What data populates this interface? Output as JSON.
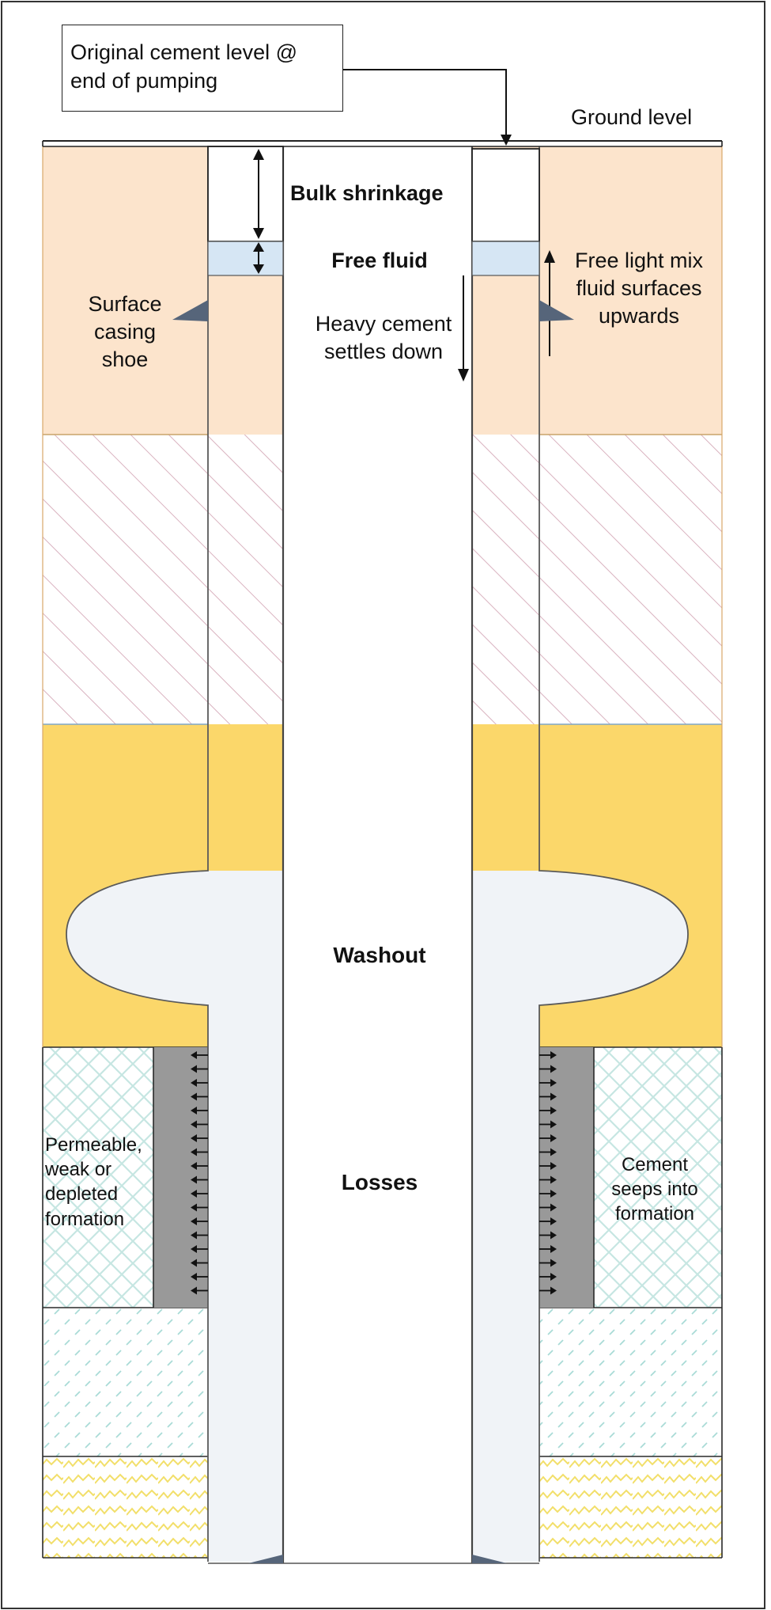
{
  "labels": {
    "original_cement_level": "Original cement level @ end of pumping",
    "ground_level": "Ground level",
    "bulk_shrinkage": "Bulk shrinkage",
    "free_fluid": "Free fluid",
    "surface_casing_shoe": "Surface casing shoe",
    "heavy_cement": "Heavy cement settles down",
    "free_light_mix": "Free light mix fluid surfaces upwards",
    "washout": "Washout",
    "losses": "Losses",
    "permeable_formation": "Permeable, weak or depleted formation",
    "cement_seeps": "Cement seeps into formation"
  },
  "colors": {
    "surface_layer": "#fce4cc",
    "hatched_layer_lines": "#d9b2bf",
    "washout_layer": "#fbd76a",
    "crosshatch_lines": "#c6e6e2",
    "dashed_layer_marks": "#a9dbd6",
    "wavy_layer_lines": "#f2df6a",
    "cement_annulus": "#f0f3f7",
    "free_fluid_band": "#d6e6f4",
    "losses_zone": "#999999",
    "shoe_marker": "#56657a"
  },
  "icons": {
    "washout_cavity": "ellipse-cavity",
    "losses_arrows": "arrow-stack",
    "casing_shoe": "triangle-shoe"
  }
}
